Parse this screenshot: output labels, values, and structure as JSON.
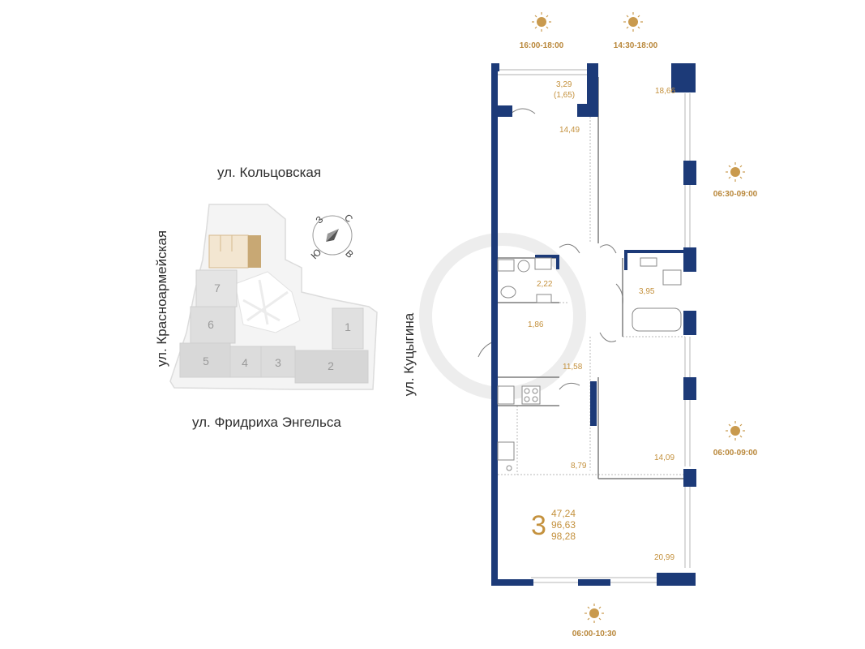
{
  "streets": {
    "north": "ул. Кольцовская",
    "west": "ул. Красноармейская",
    "east": "ул. Куцыгина",
    "south": "ул. Фридриха Энгельса"
  },
  "compass": {
    "north": "С",
    "south": "Ю",
    "east": "В",
    "west": "З"
  },
  "sections": [
    "1",
    "2",
    "3",
    "4",
    "5",
    "6",
    "7"
  ],
  "sun_times": {
    "top_left": "16:00-18:00",
    "top_right": "14:30-18:00",
    "right_top": "06:30-09:00",
    "right_middle": "06:00-09:00",
    "bottom": "06:00-10:30"
  },
  "rooms": {
    "balcony": "3,29",
    "balcony_reduced": "(1,65)",
    "bedroom_top_left": "14,49",
    "bedroom_top_right": "18,66",
    "bathroom_left": "2,22",
    "bathroom_right": "3,95",
    "corridor": "1,86",
    "hall": "11,58",
    "kitchen": "8,79",
    "bedroom_middle": "14,09",
    "living_room": "20,99"
  },
  "apartment": {
    "rooms_count": "3",
    "living_area": "47,24",
    "total_area": "96,63",
    "total_area_with_balcony": "98,28"
  },
  "colors": {
    "wall": "#1c3a78",
    "accent": "#c4913d",
    "map_fill": "#e6e6e6",
    "map_dark": "#d5d5d5",
    "map_highlight": "#f1e4cf"
  }
}
